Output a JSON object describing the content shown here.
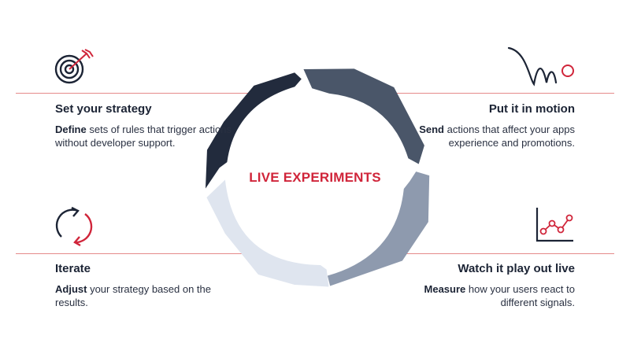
{
  "diagram": {
    "center_label": "LIVE EXPERIMENTS",
    "colors": {
      "accent": "#d0253a",
      "divider": "#e58a8a",
      "text": "#1c2435",
      "segment_1": "#222b3d",
      "segment_2": "#4a5669",
      "segment_3": "#8e9aae",
      "segment_4": "#dfe5ef"
    },
    "steps": [
      {
        "id": "strategy",
        "icon": "target-icon",
        "title": "Set your strategy",
        "lead": "Define",
        "text": " sets of rules that trigger actions without developer support."
      },
      {
        "id": "motion",
        "icon": "bounce-ball-icon",
        "title": "Put it in motion",
        "lead": "Send",
        "text": " actions that affect your apps experience and promotions."
      },
      {
        "id": "watch",
        "icon": "line-chart-icon",
        "title": "Watch it play out live",
        "lead": "Measure",
        "text": " how your users react to different signals."
      },
      {
        "id": "iterate",
        "icon": "refresh-arrows-icon",
        "title": "Iterate",
        "lead": "Adjust",
        "text": " your strategy based on the results."
      }
    ]
  }
}
